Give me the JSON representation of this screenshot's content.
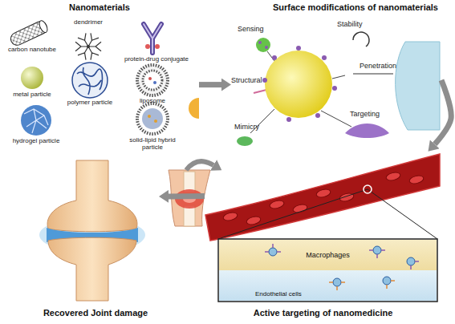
{
  "diagram": {
    "nodes": [
      {
        "text": [
          "Nanomaterials"
        ]
      },
      {
        "text": [
          "Surface modifications of nanomaterials"
        ]
      },
      {
        "text": [
          "Active targeting of nanomedicine"
        ]
      },
      {
        "text": [
          "Macrophages"
        ],
        "in": 2
      },
      {
        "text": [
          "Endothelial cells"
        ],
        "in": 2
      },
      {
        "text": [
          "Recovered Joint damage"
        ]
      }
    ],
    "edges": [
      {
        "from": 0,
        "to": 1,
        "arrow": "to"
      },
      {
        "from": 1,
        "to": 2,
        "arrow": "to"
      },
      {
        "from": 2,
        "to": 5,
        "arrow": "to"
      }
    ],
    "labels": [
      "carbon nanotube",
      "dendrimer",
      "protein-drug conjugate",
      "metal particle",
      "polymer particle",
      "liposome",
      "hydrogel particle",
      "solid-lipid hybrid particle",
      "Sensing",
      "Stability",
      "Structural",
      "Penetration",
      "Mimicry",
      "Targeting"
    ]
  }
}
